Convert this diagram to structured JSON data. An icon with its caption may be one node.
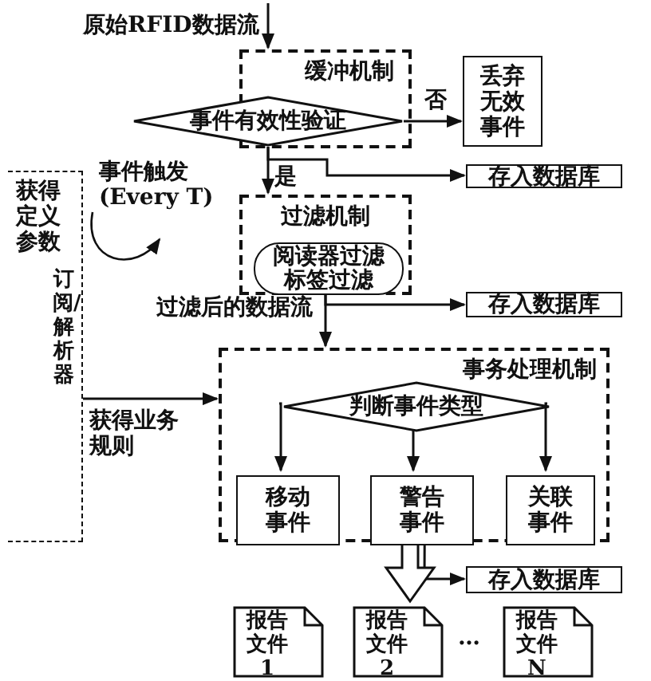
{
  "diagram": {
    "nodes": [
      {
        "text": [
          "缓冲机制"
        ]
      },
      {
        "text": [
          "事件有效性验证"
        ]
      },
      {
        "text": [
          "丢弃无效事件"
        ]
      },
      {
        "text": [
          "存入数据库"
        ]
      },
      {
        "text": [
          "过滤机制"
        ]
      },
      {
        "text": [
          "阅读器过滤标签过滤"
        ],
        "in": 4
      },
      {
        "text": [
          "存入数据库"
        ]
      },
      {
        "text": [
          "事务处理机制"
        ]
      },
      {
        "text": [
          "判断事件类型"
        ],
        "in": 7
      },
      {
        "text": [
          "移动事件"
        ],
        "in": 7
      },
      {
        "text": [
          "警告事件"
        ],
        "in": 7
      },
      {
        "text": [
          "关联事件"
        ],
        "in": 7
      },
      {
        "text": [
          "存入数据库"
        ]
      },
      {
        "text": [
          "报告文件1"
        ]
      },
      {
        "text": [
          "报告文件2"
        ]
      },
      {
        "text": [
          "报告文件N"
        ]
      },
      {
        "text": [
          "订阅/解析器"
        ]
      }
    ],
    "edges": [
      {
        "from": null,
        "to": 0,
        "arrow": "to",
        "label": "原始RFID数据流"
      },
      {
        "from": 1,
        "to": 2,
        "arrow": "to",
        "label": "否"
      },
      {
        "from": 1,
        "to": 4,
        "arrow": "to",
        "label": "是"
      },
      {
        "from": 1,
        "to": 3,
        "arrow": "to"
      },
      {
        "from": 4,
        "to": 7,
        "arrow": "to",
        "label": "过滤后的数据流"
      },
      {
        "from": 4,
        "to": 6,
        "arrow": "to"
      },
      {
        "from": 8,
        "to": 9,
        "arrow": "to"
      },
      {
        "from": 8,
        "to": 10,
        "arrow": "to"
      },
      {
        "from": 8,
        "to": 11,
        "arrow": "to"
      },
      {
        "from": 7,
        "to": 12,
        "arrow": "to"
      },
      {
        "from": 7,
        "to": 13,
        "arrow": "to"
      },
      {
        "from": 7,
        "to": 14,
        "arrow": "to"
      },
      {
        "from": 7,
        "to": 15,
        "arrow": "to"
      },
      {
        "from": 16,
        "to": 7,
        "arrow": "to",
        "label": "获得业务规则"
      }
    ],
    "labels": [
      "获得定义参数",
      "事件触发 (Every T)",
      "…"
    ]
  }
}
